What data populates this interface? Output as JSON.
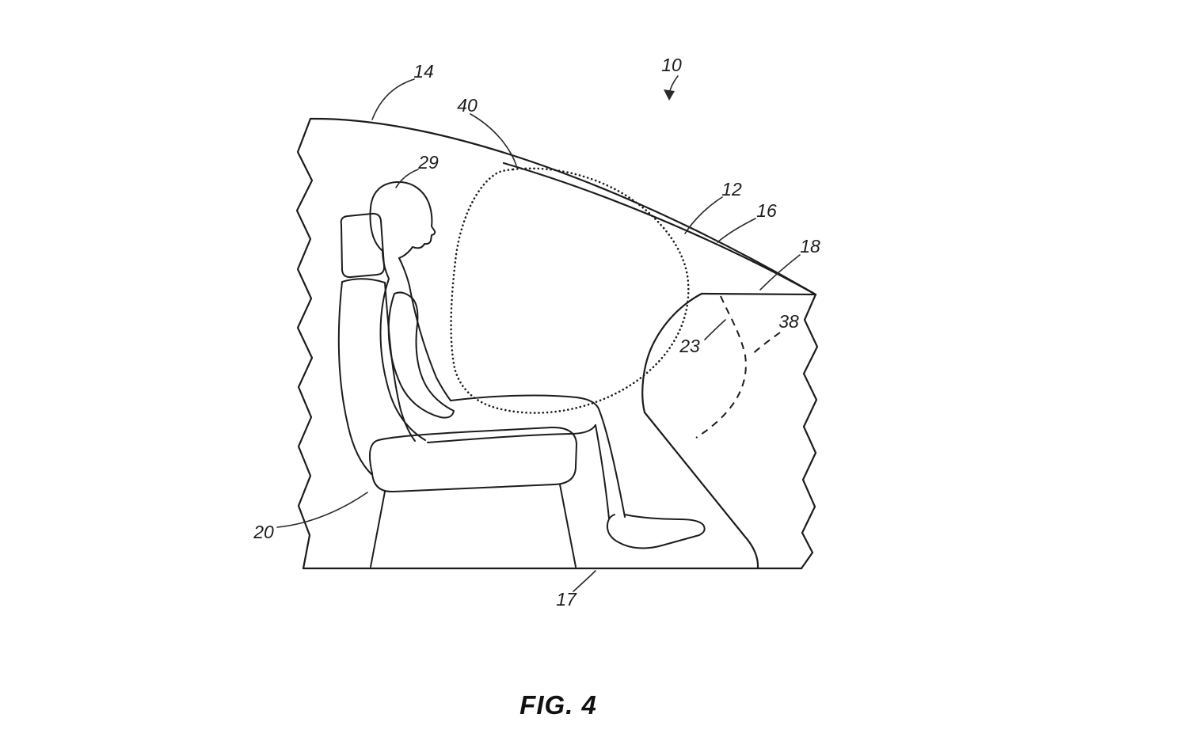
{
  "colors": {
    "ink": "#1c1c1c",
    "background": "#ffffff"
  },
  "figure": {
    "caption": "FIG. 4",
    "labels": {
      "n10": "10",
      "n12": "12",
      "n14": "14",
      "n16": "16",
      "n17": "17",
      "n18": "18",
      "n20": "20",
      "n23": "23",
      "n29": "29",
      "n38": "38",
      "n40": "40"
    }
  }
}
